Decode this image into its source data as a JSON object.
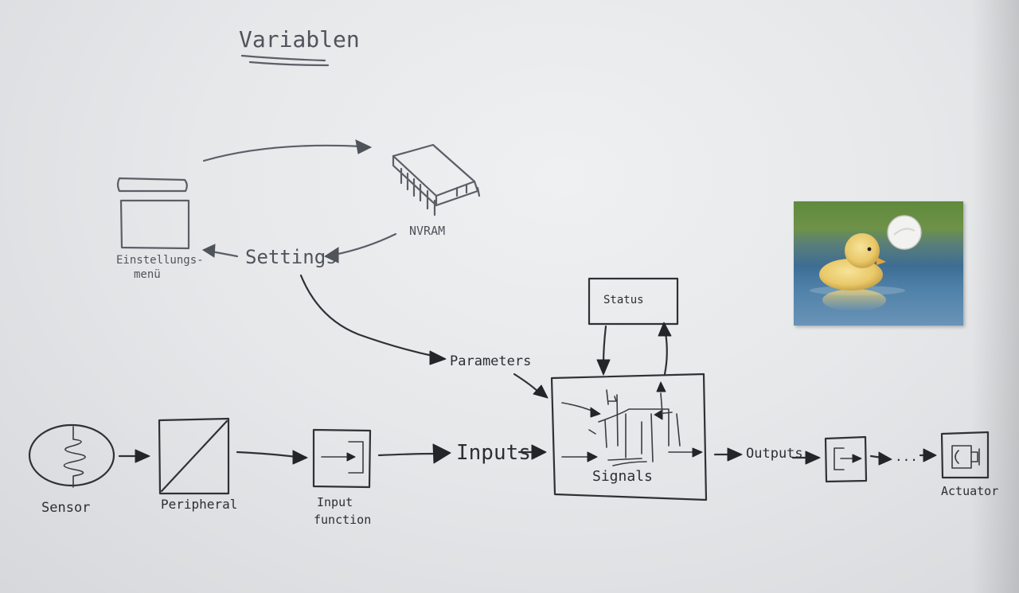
{
  "title": "Variablen",
  "labels": {
    "einstellungsmenu": [
      "Einstellungs-",
      "menü"
    ],
    "nvram": "NVRAM",
    "settings": "Settings",
    "status": "Status",
    "parameters": "Parameters",
    "inputs": "Inputs",
    "signals": "Signals",
    "outputs": "Outputs",
    "ellipsis": "...",
    "sensor": "Sensor",
    "peripheral": "Peripheral",
    "input_function": [
      "Input",
      "function"
    ],
    "actuator": "Actuator"
  },
  "colors": {
    "ink": "#2f3134",
    "ink_grey": "#5b5f66",
    "board": "#e6e8ea"
  }
}
